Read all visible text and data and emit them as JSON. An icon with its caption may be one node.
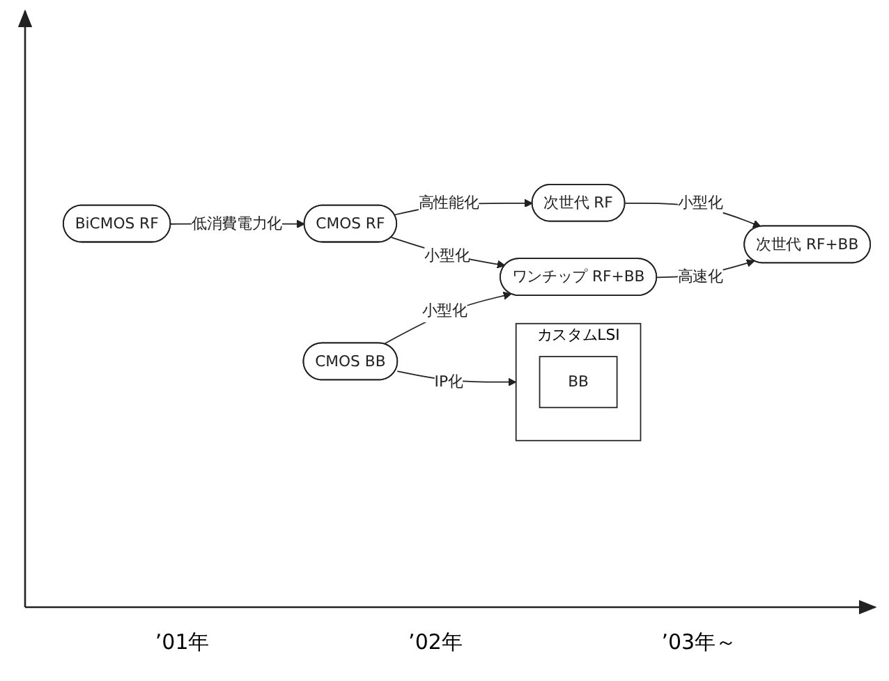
{
  "diagram": {
    "nodes": [
      {
        "text": [
          "CMOS RF"
        ]
      },
      {
        "text": [
          "次世代 RF"
        ]
      },
      {
        "text": [
          "BiCMOS RF"
        ]
      },
      {
        "text": [
          "ワンチップ RF+BB"
        ]
      },
      {
        "text": [
          "次世代 RF+BB"
        ]
      },
      {
        "text": [
          "CMOS BB"
        ]
      },
      {
        "text": [
          "カスタムLSI"
        ]
      },
      {
        "text": [
          "BB"
        ],
        "in": 6
      }
    ],
    "edges": [
      {
        "from": 2,
        "to": 0,
        "arrow": "to",
        "label": "低消費電力化"
      },
      {
        "from": 0,
        "to": 1,
        "arrow": "to",
        "label": "高性能化"
      },
      {
        "from": 0,
        "to": 3,
        "arrow": "to",
        "label": "小型化"
      },
      {
        "from": 1,
        "to": 4,
        "arrow": "to",
        "label": "小型化"
      },
      {
        "from": 3,
        "to": 4,
        "arrow": "to",
        "label": "高速化"
      },
      {
        "from": 5,
        "to": 3,
        "arrow": "to",
        "label": "小型化"
      },
      {
        "from": 5,
        "to": 6,
        "arrow": "to",
        "label": "IP化"
      }
    ],
    "labels": [
      "’01年",
      "’02年",
      "’03年～"
    ]
  }
}
